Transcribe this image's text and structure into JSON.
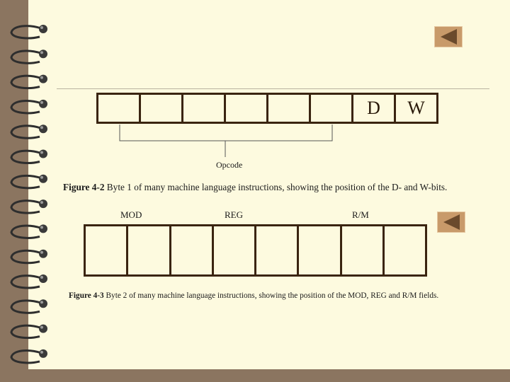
{
  "figure1": {
    "bits": [
      "",
      "",
      "",
      "",
      "",
      "",
      "D",
      "W"
    ],
    "brace_label": "Opcode",
    "caption_number": "Figure 4-2",
    "caption_text": " Byte 1 of many machine language instructions, showing the position of the D- and W-bits."
  },
  "figure2": {
    "field_labels": {
      "mod": "MOD",
      "reg": "REG",
      "rm": "R/M"
    },
    "bits": [
      "",
      "",
      "",
      "",
      "",
      "",
      "",
      ""
    ],
    "caption_number": "Figure 4-3",
    "caption_text": " Byte 2 of many machine language instructions, showing the position of the MOD, REG and R/M fields."
  },
  "nav": {
    "icon": "back-arrow-icon"
  },
  "colors": {
    "page": "#fdfadf",
    "background": "#8b7560",
    "button": "#c89a6a",
    "ink": "#3a2410"
  }
}
